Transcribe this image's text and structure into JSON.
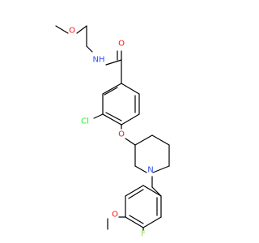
{
  "structure": {
    "atom_labels": {
      "methoxy_o": "O",
      "amide_nh": "NH",
      "carbonyl_o": "O",
      "chloro": "Cl",
      "ether_o": "O",
      "piperidine_n": "N",
      "aryl_methoxy_o": "O",
      "fluoro": "F"
    },
    "colors": {
      "bond": "#000000",
      "carbon": "#000000",
      "oxygen": "#ff0d0d",
      "nitrogen": "#3050f8",
      "chlorine": "#1ff01f",
      "fluorine": "#90e050"
    }
  }
}
